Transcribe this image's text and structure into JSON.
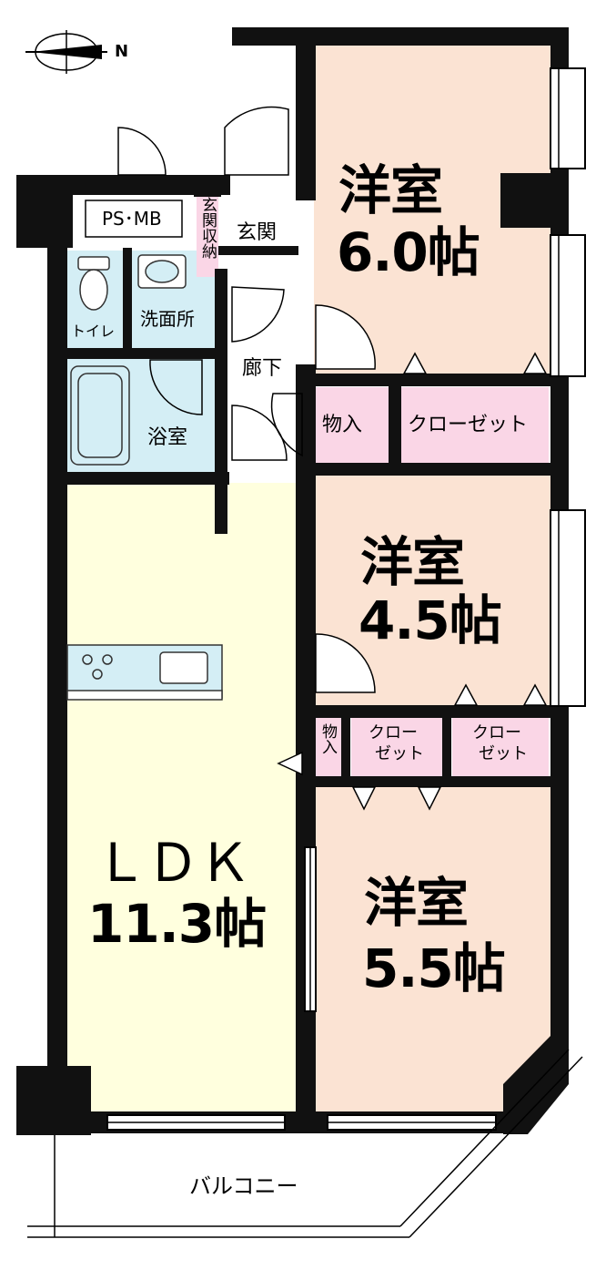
{
  "compass": {
    "label": "N"
  },
  "rooms": {
    "bedroom1": {
      "name": "洋室",
      "size": "6.0帖"
    },
    "bedroom2": {
      "name": "洋室",
      "size": "4.5帖"
    },
    "bedroom3": {
      "name": "洋室",
      "size": "5.5帖"
    },
    "ldk": {
      "name": "ＬＤＫ",
      "size": "11.3帖"
    }
  },
  "labels": {
    "ps_mb": "PS･MB",
    "genkan_storage": "玄関収納",
    "genkan": "玄関",
    "toilet": "トイレ",
    "washroom": "洗面所",
    "hallway": "廊下",
    "bathroom": "浴室",
    "storage1": "物入",
    "closet1": "クローゼット",
    "storage2": "物入",
    "closet2_line1": "クロー",
    "closet2_line2": "ゼット",
    "closet3_line1": "クロー",
    "closet3_line2": "ゼット",
    "balcony": "バルコニー"
  },
  "colors": {
    "bedroom": "#fbe3d3",
    "ldk": "#ffffde",
    "wet": "#d4eef5",
    "closet": "#fad6e6",
    "wall": "#111111"
  }
}
